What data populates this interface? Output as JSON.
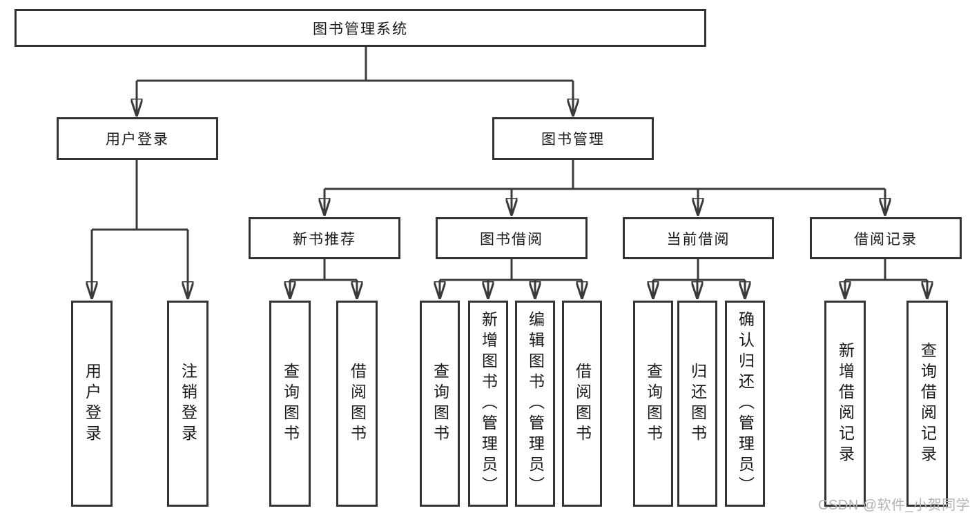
{
  "diagram": {
    "title": "图书管理系统",
    "branches": [
      {
        "label": "用户登录",
        "children": [
          {
            "label": "用户登录"
          },
          {
            "label": "注销登录"
          }
        ]
      },
      {
        "label": "图书管理",
        "children": [
          {
            "label": "新书推荐",
            "children": [
              {
                "label": "查询图书"
              },
              {
                "label": "借阅图书"
              }
            ]
          },
          {
            "label": "图书借阅",
            "children": [
              {
                "label": "查询图书"
              },
              {
                "label": "新增图书（管理员）"
              },
              {
                "label": "编辑图书（管理员）"
              },
              {
                "label": "借阅图书"
              }
            ]
          },
          {
            "label": "当前借阅",
            "children": [
              {
                "label": "查询图书"
              },
              {
                "label": "归还图书"
              },
              {
                "label": "确认归还（管理员）"
              }
            ]
          },
          {
            "label": "借阅记录",
            "children": [
              {
                "label": "新增借阅记录"
              },
              {
                "label": "查询借阅记录"
              }
            ]
          }
        ]
      }
    ]
  },
  "watermark": {
    "text": "CSDN @软件_小贺同学"
  },
  "colors": {
    "line": "#3a3a3a",
    "box_border": "#333333",
    "text": "#1a1a1a",
    "watermark": "#b3b3b3",
    "background": "#ffffff"
  }
}
